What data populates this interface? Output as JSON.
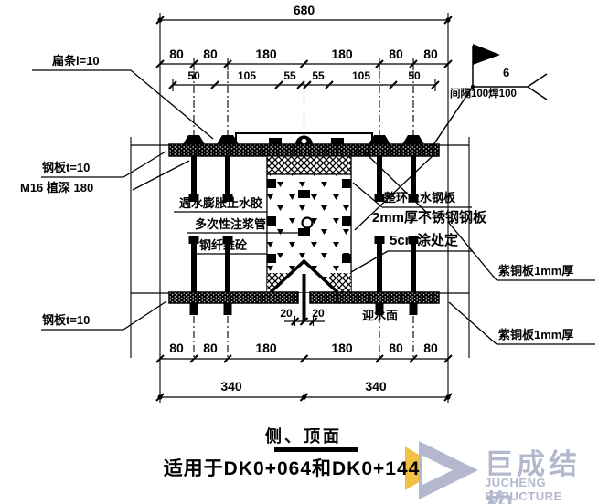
{
  "dims": {
    "total": "680",
    "top_row": [
      "80",
      "80",
      "180",
      "180",
      "80",
      "80"
    ],
    "inner_row": [
      "50",
      "105",
      "55",
      "55",
      "105",
      "50"
    ],
    "gap": [
      "20",
      "20"
    ],
    "bottom_row": [
      "80",
      "80",
      "180",
      "180",
      "80",
      "80"
    ],
    "half_row": [
      "340",
      "340"
    ]
  },
  "labels": {
    "flat_bar": "扁条l=10",
    "steel_plate_top": "钢板t=10",
    "anchor_bolt": "M16 植深 180",
    "swelling_sealant": "遇水膨胀止水胶",
    "grouting_pipe": "多次性注浆管",
    "steel_fiber_concrete": "钢纤维砼",
    "ring_waterstop_plate": "整环止水钢板",
    "stainless_plate": "2mm厚不锈钢钢板",
    "groove_5cm": "5cm涂处定",
    "copper_plate_upper": "紫铜板1mm厚",
    "water_facing_side": "迎水面",
    "copper_plate_lower": "紫铜板1mm厚",
    "steel_plate_bottom": "钢板t=10"
  },
  "weld": {
    "size": "6",
    "note": "间隔100焊100"
  },
  "title": {
    "view_name": "侧、顶面",
    "application": "适用于DK0+064和DK0+144"
  },
  "logo": {
    "name_cn": "巨成结构",
    "name_en": "JUCHENG STRUCTURE",
    "color_yellow": "#f0c145",
    "color_gray": "#b4b8cf"
  }
}
